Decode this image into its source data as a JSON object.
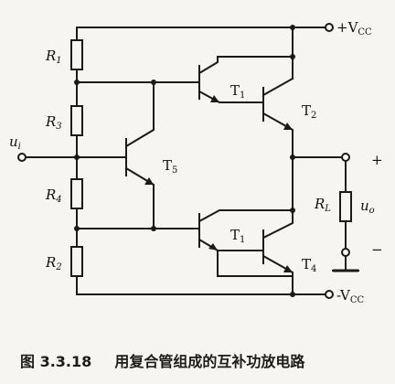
{
  "labels": {
    "vcc_pos": "+V",
    "vcc_pos_sub": "CC",
    "vcc_neg": "-V",
    "vcc_neg_sub": "CC",
    "r1": "R",
    "r1_sub": "1",
    "r3": "R",
    "r3_sub": "3",
    "r4": "R",
    "r4_sub": "4",
    "r2": "R",
    "r2_sub": "2",
    "rl": "R",
    "rl_sub": "L",
    "t1_top": "T",
    "t1_top_sub": "1",
    "t2": "T",
    "t2_sub": "2",
    "t5": "T",
    "t5_sub": "5",
    "t1_bot": "T",
    "t1_bot_sub": "1",
    "t4": "T",
    "t4_sub": "4",
    "ui": "u",
    "ui_sub": "i",
    "uo": "u",
    "uo_sub": "o",
    "plus": "+",
    "minus": "−"
  },
  "caption": {
    "figure_number": "图 3.3.18",
    "title": "用复合管组成的互补功放电路"
  },
  "colors": {
    "ink": "#1a1a1a",
    "paper": "#f6f5f1"
  }
}
